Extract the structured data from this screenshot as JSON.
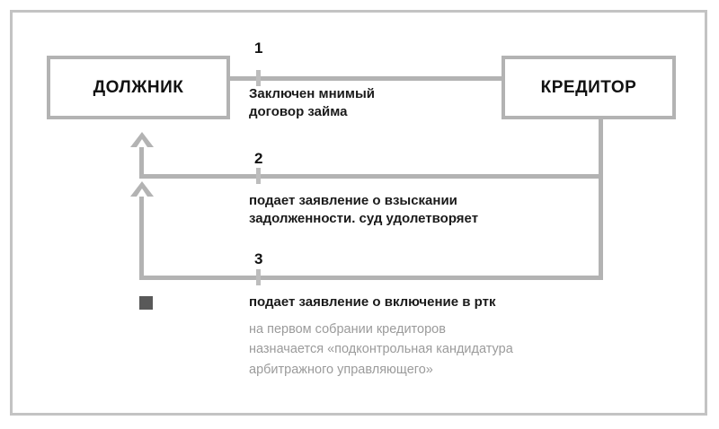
{
  "diagram": {
    "title_alt": "Схема мнимого займа при банкротстве",
    "frame": {
      "border_color": "#c3c3c3"
    },
    "palette": {
      "line": "#b3b3b3",
      "box_border": "#b3b3b3",
      "text": "#111111",
      "muted_text": "#9b9b9b",
      "bullet": "#595959",
      "background": "#ffffff"
    },
    "entities": [
      {
        "id": "debtor",
        "label": "ДОЛЖНИК"
      },
      {
        "id": "creditor",
        "label": "КРЕДИТОР"
      }
    ],
    "steps": [
      {
        "number": "1",
        "text": "Заключен мнимый\nдоговор займа",
        "direction": "debtor-to-creditor"
      },
      {
        "number": "2",
        "text": "подает заявление о взыскании\nзадолженности. суд удолетворяет",
        "direction": "creditor-to-debtor"
      },
      {
        "number": "3",
        "text": "подает заявление о включение в ртк",
        "direction": "creditor-to-debtor"
      }
    ],
    "note": {
      "bullet": "square-bullet",
      "text": "на первом собрании кредиторов\nназначается «подконтрольная кандидатура\nарбитражного управляющего»"
    }
  }
}
